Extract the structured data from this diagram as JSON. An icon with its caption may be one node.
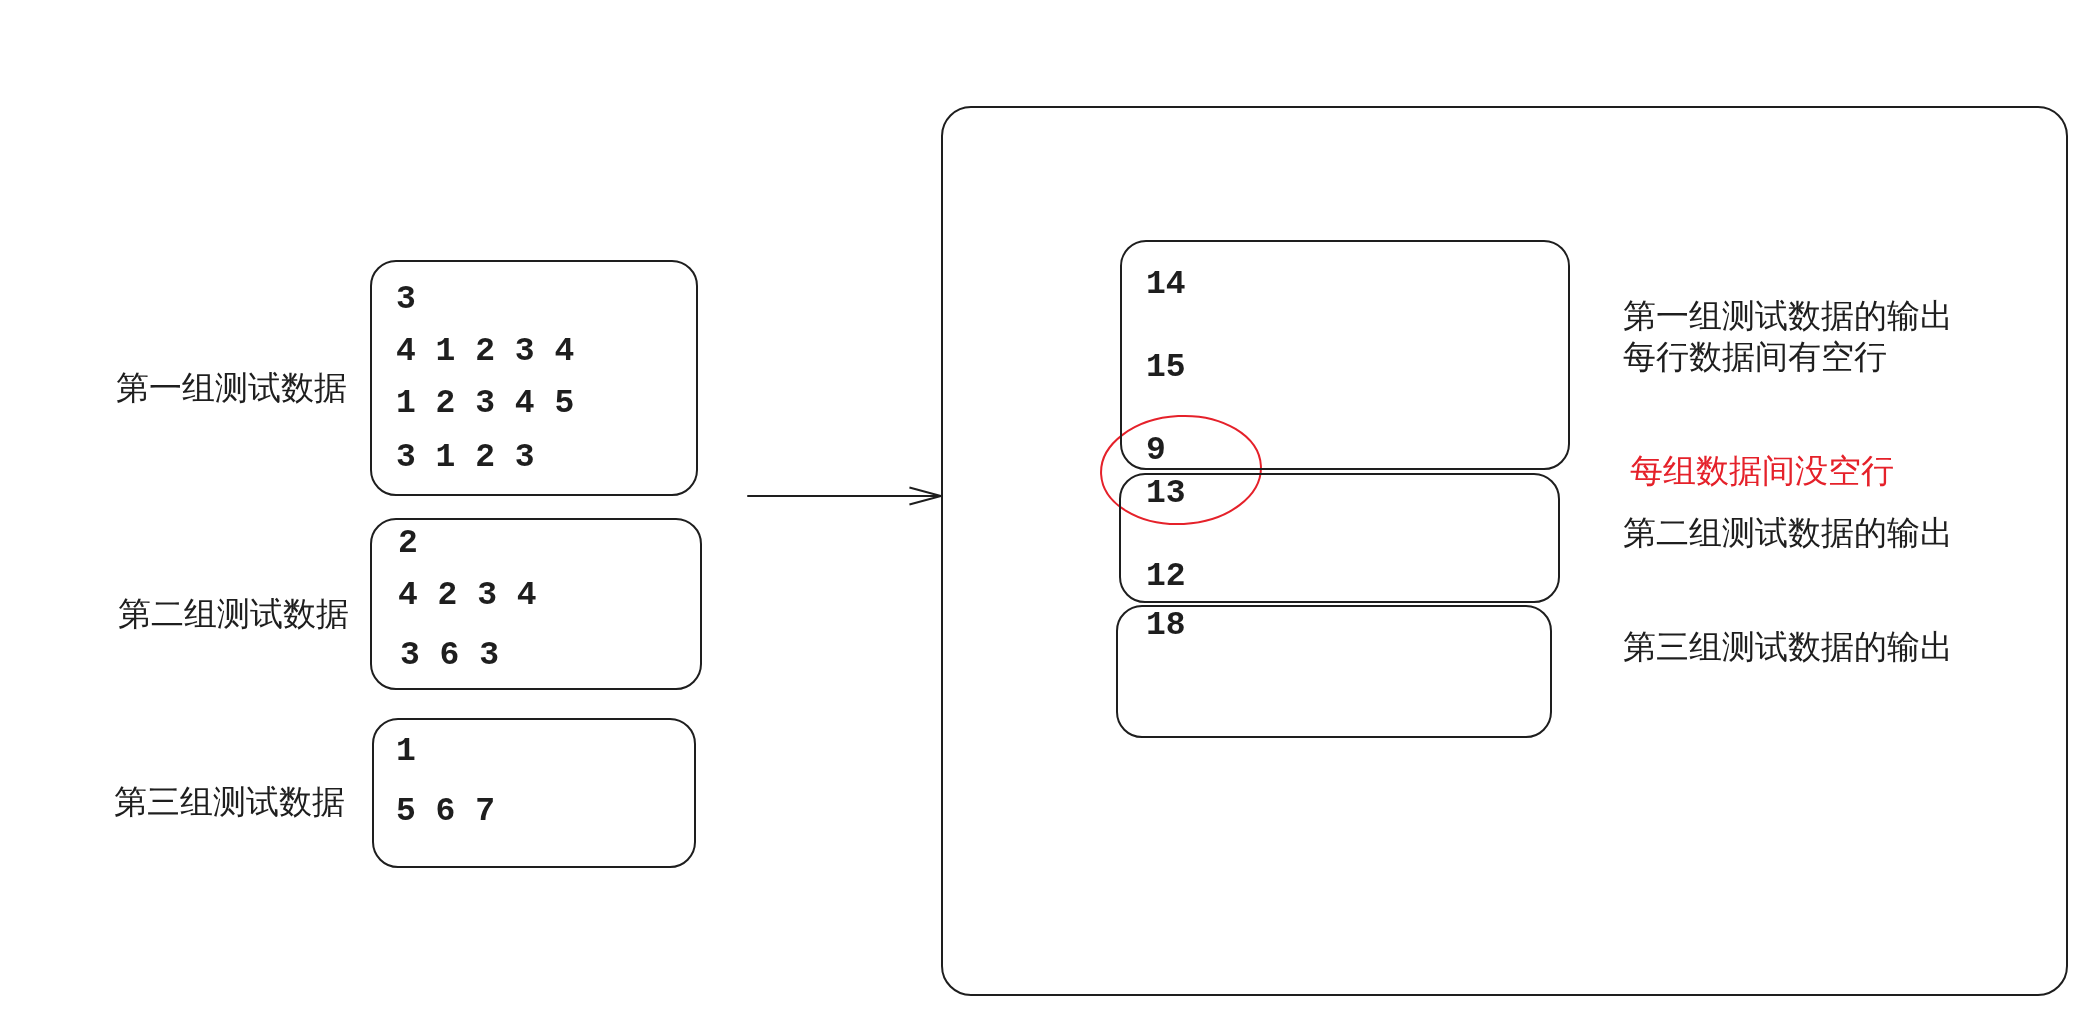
{
  "diagram": {
    "nodes": [
      {
        "text": [
          "3",
          "4 1 2 3 4",
          "1 2 3 4 5",
          "3 1 2 3"
        ],
        "beside": [
          "第一组测试数据"
        ]
      },
      {
        "text": [
          "2",
          "4 2 3 4",
          "3 6 3"
        ],
        "beside": [
          "第二组测试数据"
        ]
      },
      {
        "text": [
          "1",
          "5 6 7"
        ],
        "beside": [
          "第三组测试数据"
        ]
      },
      {
        "text": [],
        "shape": "box"
      },
      {
        "text": [
          "14",
          "15",
          "9"
        ],
        "in": 3,
        "beside": [
          "第一组测试数据的输出",
          "每行数据间有空行"
        ]
      },
      {
        "text": [
          "13",
          "12"
        ],
        "in": 3,
        "beside": [
          "第二组测试数据的输出"
        ]
      },
      {
        "text": [
          "18"
        ],
        "in": 3,
        "beside": [
          "第三组测试数据的输出"
        ]
      }
    ],
    "edges": [
      {
        "from": null,
        "to": 3,
        "arrow": "to"
      }
    ],
    "labels": [
      "每组数据间没空行"
    ]
  }
}
